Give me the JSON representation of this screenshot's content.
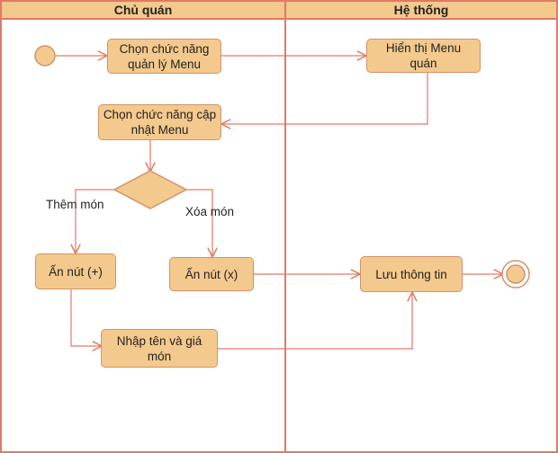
{
  "lanes": {
    "left": "Chủ quán",
    "right": "Hệ thống"
  },
  "nodes": {
    "choose_menu_mgmt": "Chọn chức năng quản lý Menu",
    "show_menu": "Hiển thị Menu quán",
    "choose_update": "Chọn chức năng cập nhật Menu",
    "press_plus": "Ấn nút (+)",
    "press_x": "Ấn nút (x)",
    "enter_name_price": "Nhập tên và giá món",
    "save_info": "Lưu thông tin"
  },
  "branches": {
    "add": "Thêm món",
    "delete": "Xóa món"
  },
  "colors": {
    "fill": "#f4c98d",
    "stroke": "#d2926b",
    "lane_border": "#e07a63",
    "arrow": "#e07a63"
  }
}
